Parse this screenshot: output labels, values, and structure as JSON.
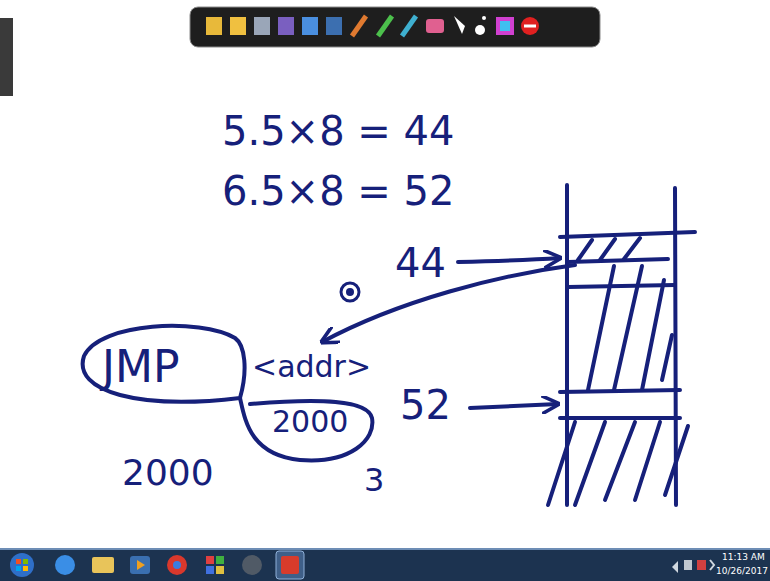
{
  "diagram": {
    "nodes": [
      {
        "text": [
          "JMP",
          "2000"
        ]
      }
    ],
    "labels": [
      "5.5×8 = 44",
      "6.5×8 = 52",
      "44",
      "<addr>",
      "52",
      "2000",
      "3",
      "11:13 AM",
      "10/26/2017"
    ]
  }
}
